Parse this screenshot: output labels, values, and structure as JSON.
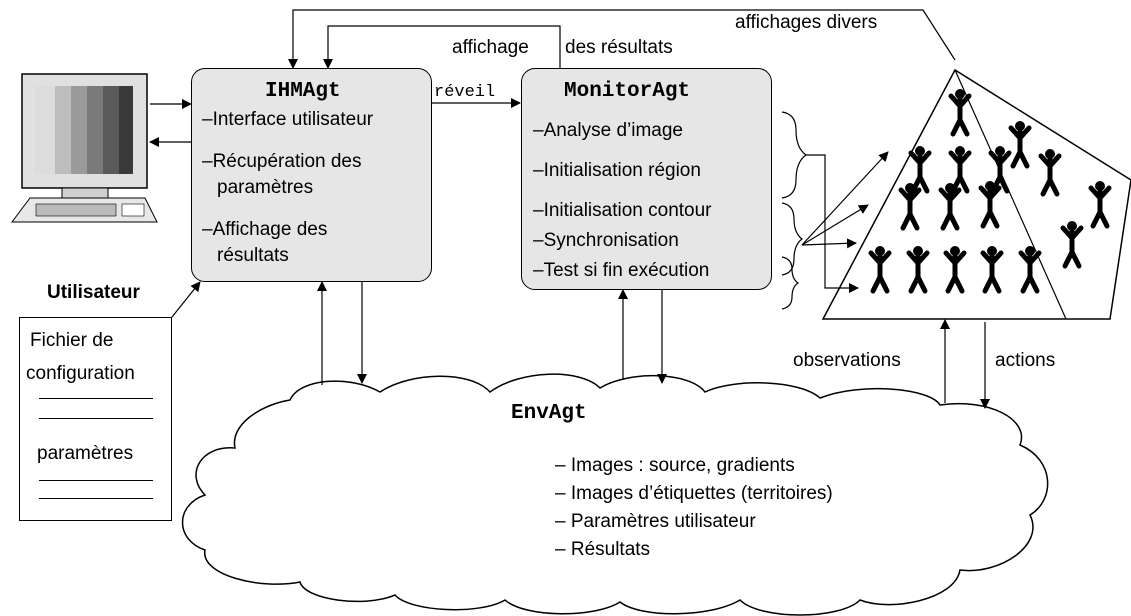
{
  "ihm": {
    "title": "IHMAgt",
    "items": [
      "–Interface utilisateur",
      "–Récupération des",
      "paramètres",
      "–Affichage des",
      "résultats"
    ]
  },
  "monitor": {
    "title": "MonitorAgt",
    "items": [
      "–Analyse d’image",
      "–Initialisation région",
      "–Initialisation contour",
      "–Synchronisation",
      "–Test si fin exécution"
    ]
  },
  "env": {
    "title": "EnvAgt",
    "items": [
      "– Images : source, gradients",
      "– Images d’étiquettes (territoires)",
      "– Paramètres utilisateur",
      "– Résultats"
    ]
  },
  "labels": {
    "reveil": "réveil",
    "affichage_resultats_1": "affichage",
    "affichage_resultats_2": "des résultats",
    "affichages_divers": "affichages divers",
    "utilisateur": "Utilisateur",
    "observations": "observations",
    "actions": "actions"
  },
  "config_file": {
    "title_1": "Fichier de",
    "title_2": "configuration",
    "subtitle": "paramètres"
  }
}
